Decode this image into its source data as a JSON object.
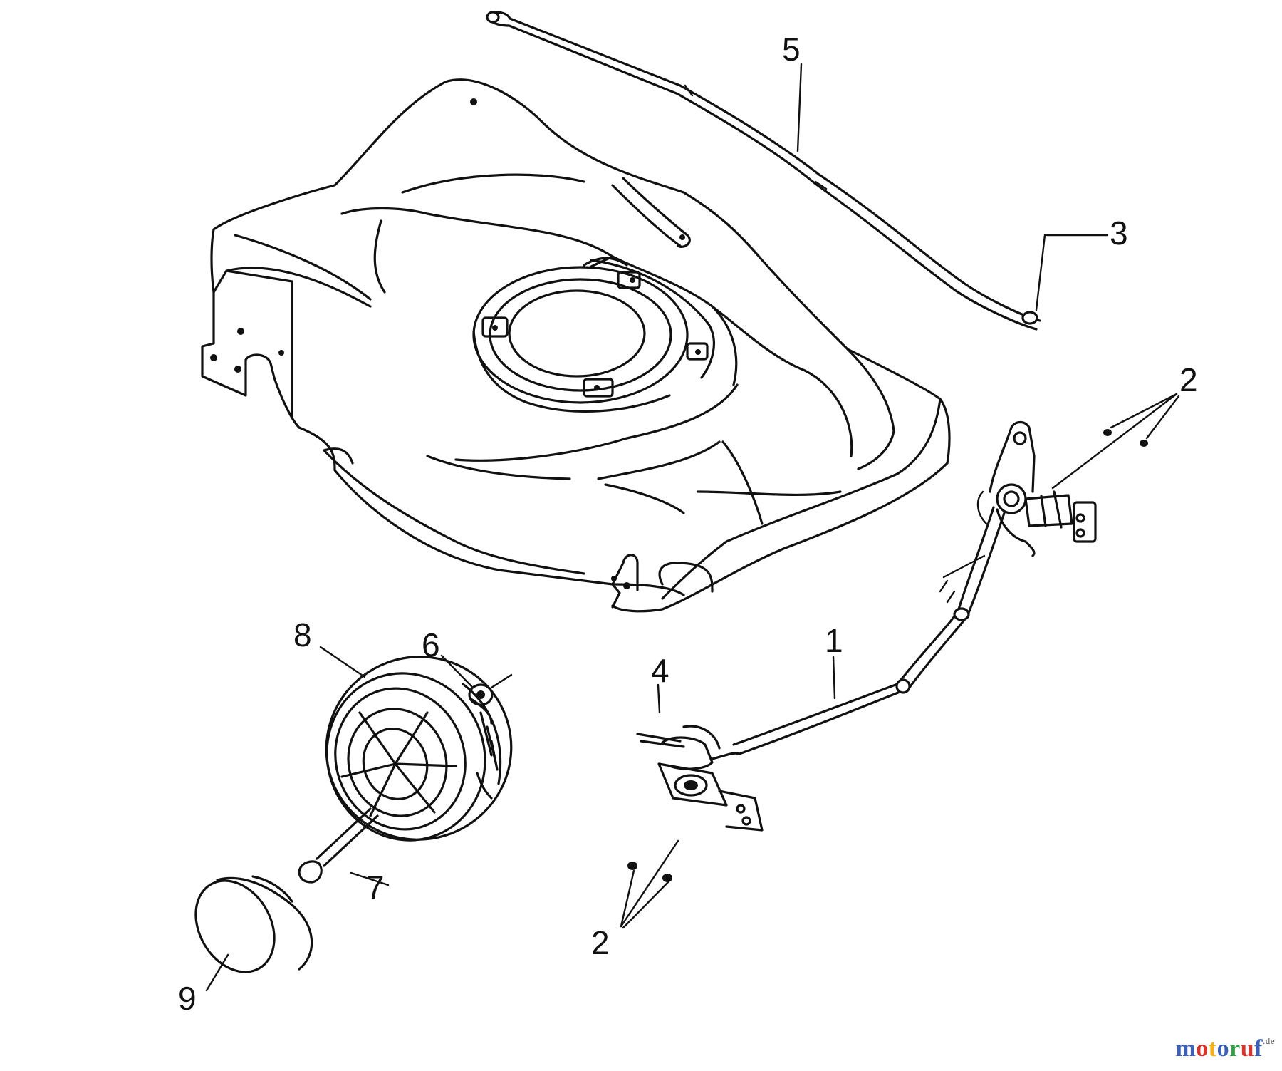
{
  "diagram": {
    "callouts": [
      "5",
      "3",
      "2",
      "1",
      "4",
      "6",
      "8",
      "7",
      "9",
      "2"
    ]
  },
  "watermark": {
    "letters": [
      "m",
      "o",
      "t",
      "o",
      "r",
      "u",
      "f"
    ],
    "tld": ".de",
    "colors": [
      "#3a5fb8",
      "#d9342b",
      "#f2b21a",
      "#3a5fb8",
      "#2f9e44",
      "#d9342b",
      "#3a5fb8"
    ]
  }
}
